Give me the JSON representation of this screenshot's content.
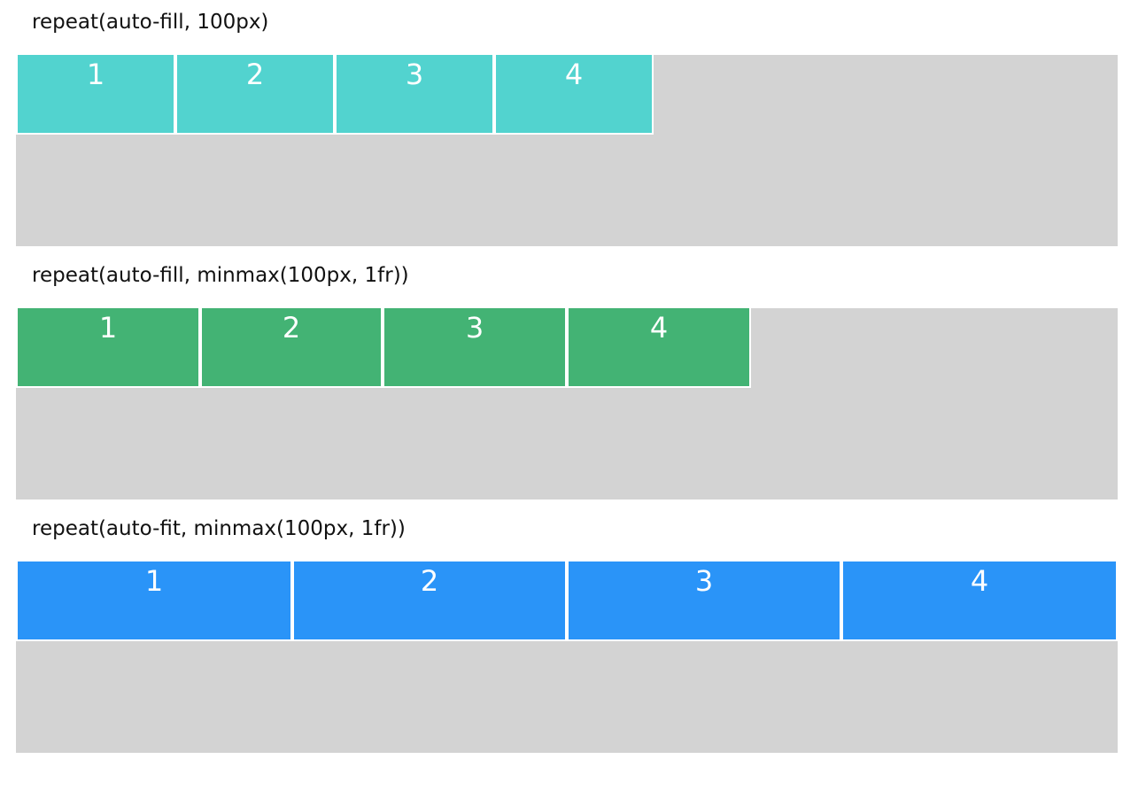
{
  "sections": [
    {
      "title": "repeat(auto-fill, 100px)",
      "color": "#52d3cf",
      "items": [
        "1",
        "2",
        "3",
        "4"
      ]
    },
    {
      "title": "repeat(auto-fill, minmax(100px, 1fr))",
      "color": "#43b374",
      "items": [
        "1",
        "2",
        "3",
        "4"
      ]
    },
    {
      "title": "repeat(auto-fit, minmax(100px, 1fr))",
      "color": "#2a94f8",
      "items": [
        "1",
        "2",
        "3",
        "4"
      ]
    }
  ]
}
